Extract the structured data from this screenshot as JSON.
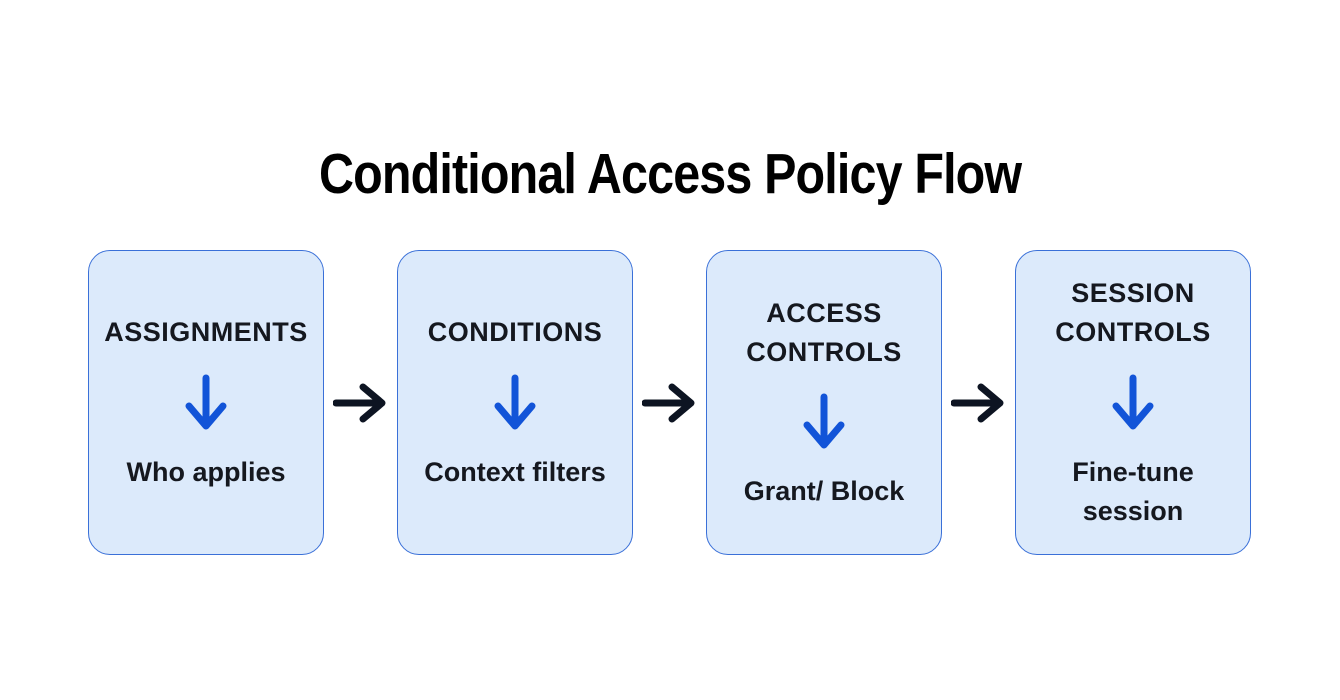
{
  "page": {
    "title": "Conditional Access Policy Flow"
  },
  "flow": {
    "steps": [
      {
        "name": "ASSIGNMENTS",
        "description": "Who applies"
      },
      {
        "name": "CONDITIONS",
        "description": "Context filters"
      },
      {
        "name": "ACCESS CONTROLS",
        "description": "Grant/ Block"
      },
      {
        "name": "SESSION CONTROLS",
        "description": "Fine-tune session"
      }
    ],
    "step_icon": "down-arrow-icon",
    "connector_icon": "right-arrow-icon"
  },
  "colors": {
    "background": "#ffffff",
    "title_text": "#000000",
    "box_fill": "#dceafb",
    "box_border": "#3a70d8",
    "step_text": "#15181f",
    "down_arrow": "#1254d8",
    "connector_arrow": "#0d1422"
  }
}
